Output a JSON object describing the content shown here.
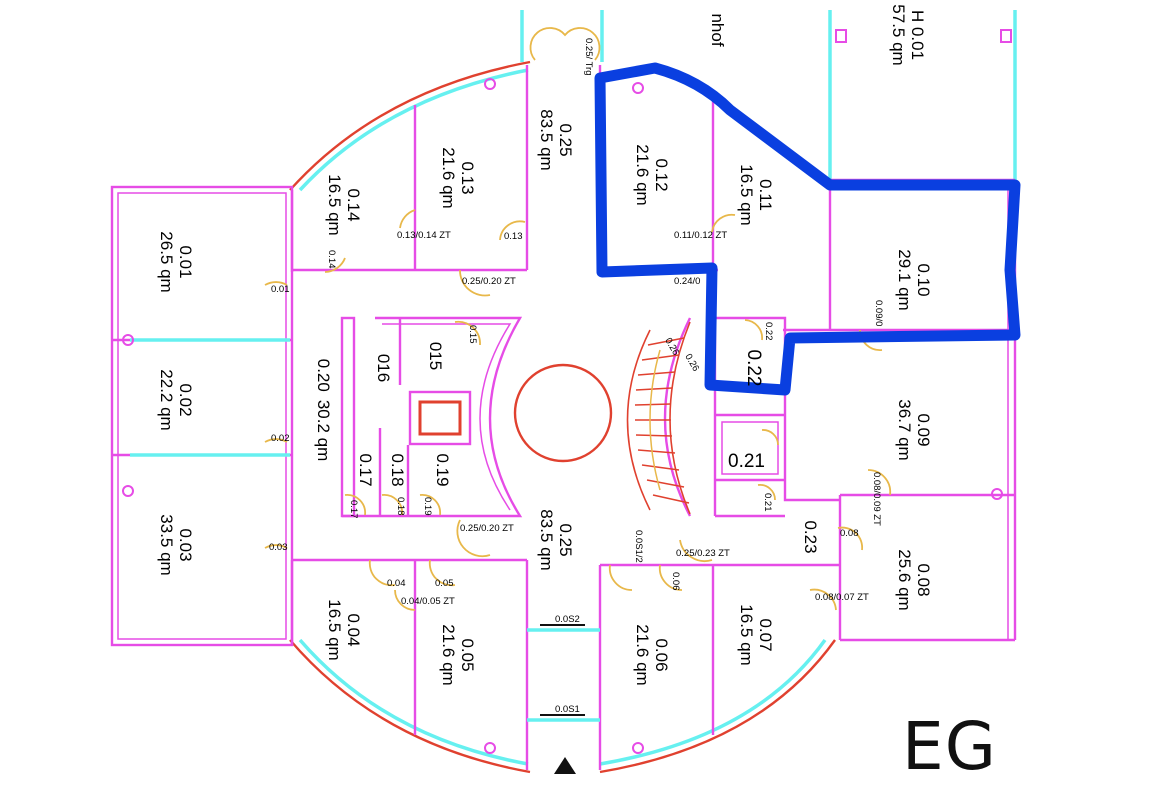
{
  "floor_label": "EG",
  "rooms": {
    "r001": {
      "id": "0.01",
      "area": "26.5 qm"
    },
    "r002": {
      "id": "0.02",
      "area": "22.2 qm"
    },
    "r003": {
      "id": "0.03",
      "area": "33.5 qm"
    },
    "r004": {
      "id": "0.04",
      "area": "16.5 qm"
    },
    "r005": {
      "id": "0.05",
      "area": "21.6 qm"
    },
    "r006": {
      "id": "0.06",
      "area": "21.6 qm"
    },
    "r007": {
      "id": "0.07",
      "area": "16.5 qm"
    },
    "r008": {
      "id": "0.08",
      "area": "25.6 qm"
    },
    "r009": {
      "id": "0.09",
      "area": "36.7 qm"
    },
    "r010": {
      "id": "0.10",
      "area": "29.1 qm"
    },
    "r011": {
      "id": "0.11",
      "area": "16.5 qm"
    },
    "r012": {
      "id": "0.12",
      "area": "21.6 qm"
    },
    "r013": {
      "id": "0.13",
      "area": "21.6 qm"
    },
    "r014": {
      "id": "0.14",
      "area": "16.5 qm"
    },
    "r025n": {
      "id": "0.25",
      "area": "83.5 qm"
    },
    "r025s": {
      "id": "0.25",
      "area": "83.5 qm"
    },
    "r020": {
      "id": "0.20",
      "area": "30.2 qm"
    },
    "r016": {
      "id": "016"
    },
    "r015": {
      "id": "015"
    },
    "r017": {
      "id": "0.17"
    },
    "r018": {
      "id": "0.18"
    },
    "r019": {
      "id": "0.19"
    },
    "r021": {
      "id": "0.21"
    },
    "r022": {
      "id": "0.22"
    },
    "r023": {
      "id": "0.23"
    },
    "rh001": {
      "id": "H 0.01",
      "area": "57.5 qm"
    },
    "partial": "nhof"
  },
  "doors": {
    "d001": "0.01",
    "d002": "0.02",
    "d003": "0.03",
    "d004": "0.04",
    "d005": "0.05",
    "d006": "0.06",
    "d008": "0.08",
    "d013": "0.13",
    "d014": "0.14",
    "d015": "0.15",
    "d017": "0.17",
    "d018": "0.18",
    "d019": "0.19",
    "d021": "0.21",
    "d022": "0.22",
    "d0405": "0.04/0.05 ZT",
    "d1314": "0.13/0.14 ZT",
    "d1112": "0.11/0.12 ZT",
    "d2520n": "0.25/0.20 ZT",
    "d2520s": "0.25/0.20 ZT",
    "d2523": "0.25/0.23 ZT",
    "d0807": "0.08/0.07 ZT",
    "d0809": "0.08/0.09 ZT",
    "d0910": "0.09/0",
    "dtrg": "0.25/ Trg",
    "d24": "0.24/0",
    "d0s12": "0.0S1/2",
    "s1": "0.0S1",
    "s2": "0.0S2",
    "st1": "0.26",
    "st2": "0.26"
  },
  "colors": {
    "walls": "#e64ce6",
    "glazing": "#66f0f0",
    "exterior": "#e0412f",
    "doors": "#e8b84a",
    "highlight": "#0a3fe0"
  }
}
